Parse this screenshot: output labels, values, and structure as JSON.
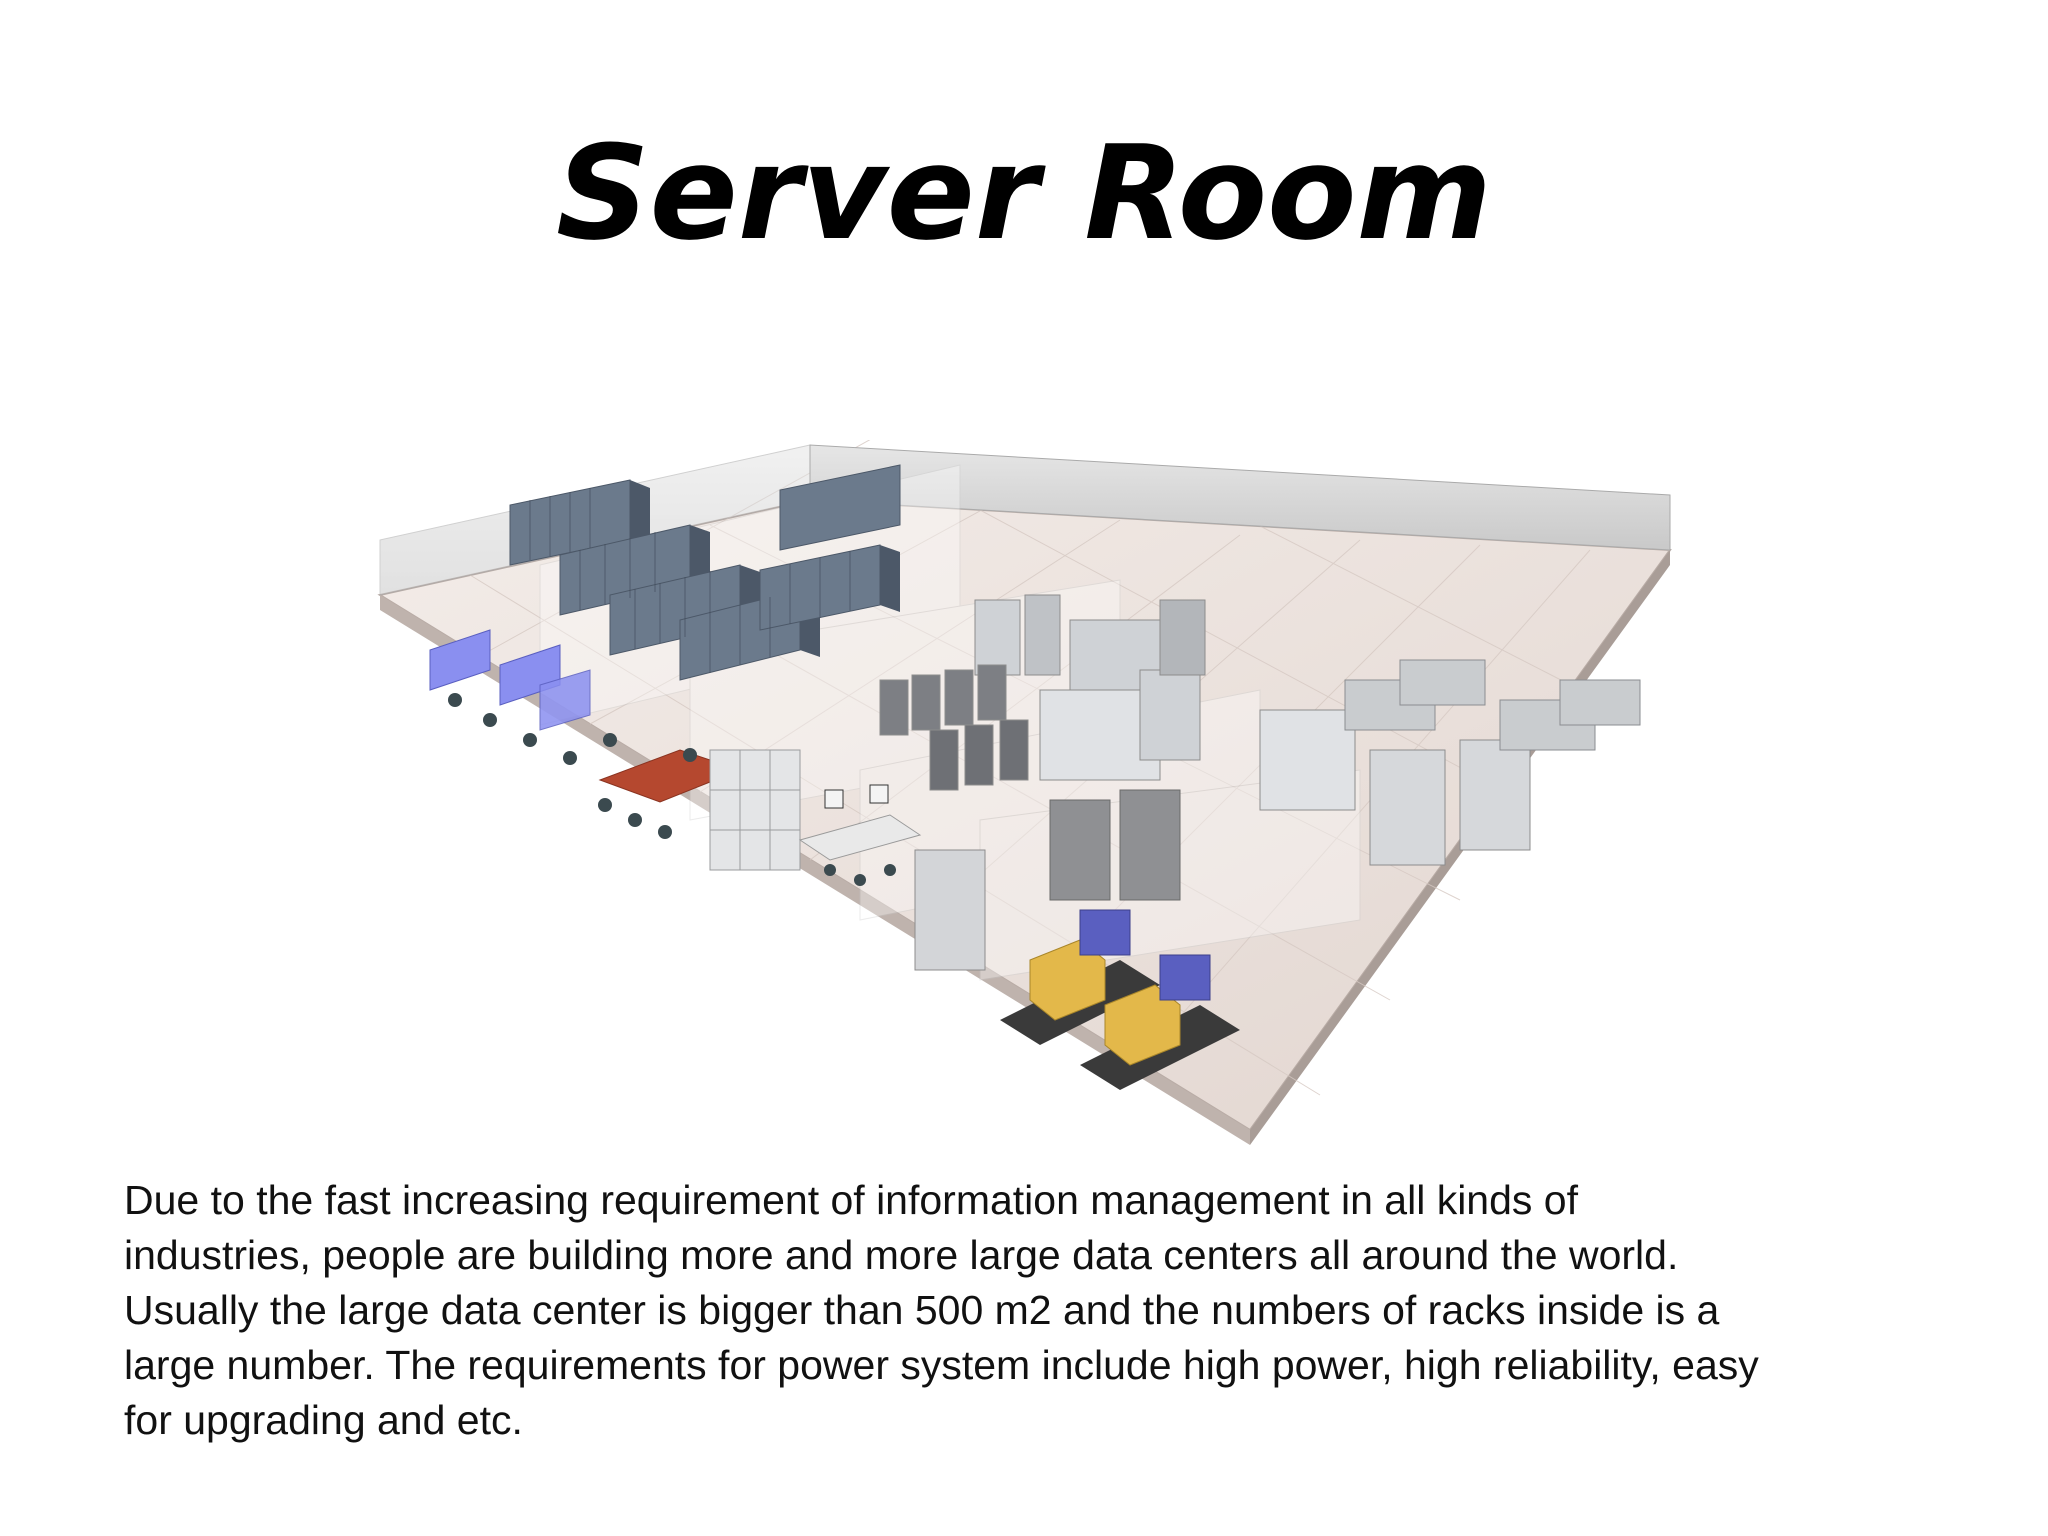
{
  "slide": {
    "title": "Server Room",
    "body_lines": [
      "Due to the fast increasing requirement of information management in all kinds of",
      "industries, people are building more and more large data centers all around the world.",
      "Usually the large data center is bigger than 500 m2 and the numbers of racks inside is a",
      "large number. The requirements for power system include high power, high reliability, easy",
      "for upgrading and etc."
    ]
  },
  "illustration": {
    "subject": "server-room-isometric-illustration",
    "colors": {
      "floor": "#e8ddd8",
      "floor_tile_line": "#d6c9c3",
      "wall": "#d9d9d9",
      "rack": "#6b7a8c",
      "rack_dark": "#4c5868",
      "cabinet": "#cfd2d6",
      "cubicle": "#8a8ff0",
      "table": "#b5482f",
      "generator": "#e3b84a",
      "generator_base": "#3a3a3a",
      "ups_unit": "#5a5fc0"
    }
  }
}
